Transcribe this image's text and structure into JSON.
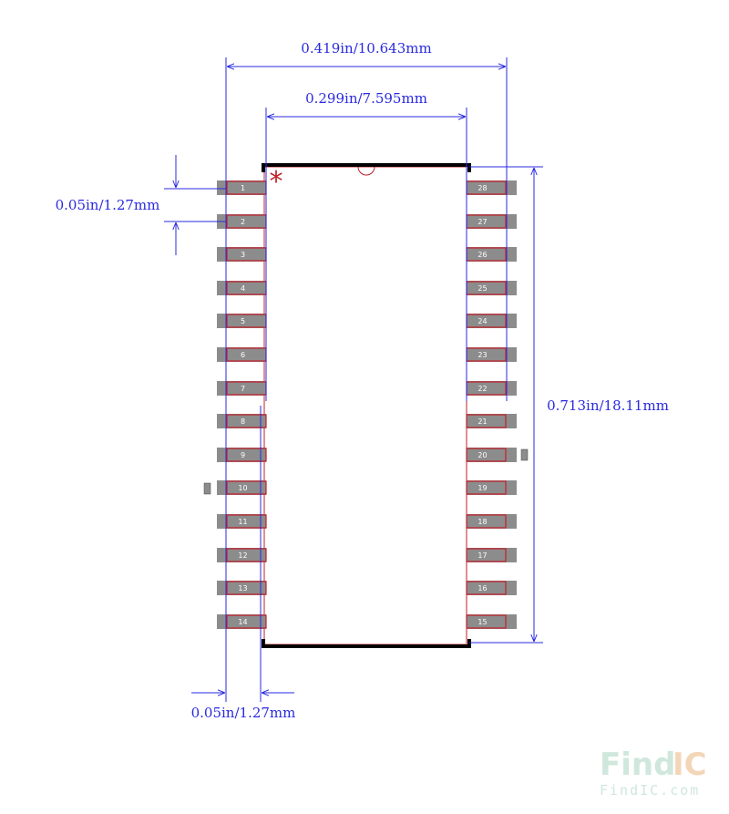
{
  "dimensions": {
    "overall_width": "0.419in/10.643mm",
    "body_width": "0.299in/7.595mm",
    "pin_pitch": "0.05in/1.27mm",
    "body_length": "0.713in/18.11mm",
    "pad_width": "0.05in/1.27mm"
  },
  "pins": {
    "left": [
      "1",
      "2",
      "3",
      "4",
      "5",
      "6",
      "7",
      "8",
      "9",
      "10",
      "11",
      "12",
      "13",
      "14"
    ],
    "right": [
      "28",
      "27",
      "26",
      "25",
      "24",
      "23",
      "22",
      "21",
      "20",
      "19",
      "18",
      "17",
      "16",
      "15"
    ]
  },
  "pin1_marker": "*",
  "watermark": {
    "brand_main": "Find",
    "brand_accent": "IC",
    "url": "FindIC.com"
  },
  "colors": {
    "dimension": "#2a2ae0",
    "pad": "#8c8c8c",
    "pad_outline": "#c0202a",
    "body_outline": "#000000",
    "marker": "#c0202a",
    "watermark_main": "#cfe7dc",
    "watermark_accent": "#f3d6b8"
  }
}
